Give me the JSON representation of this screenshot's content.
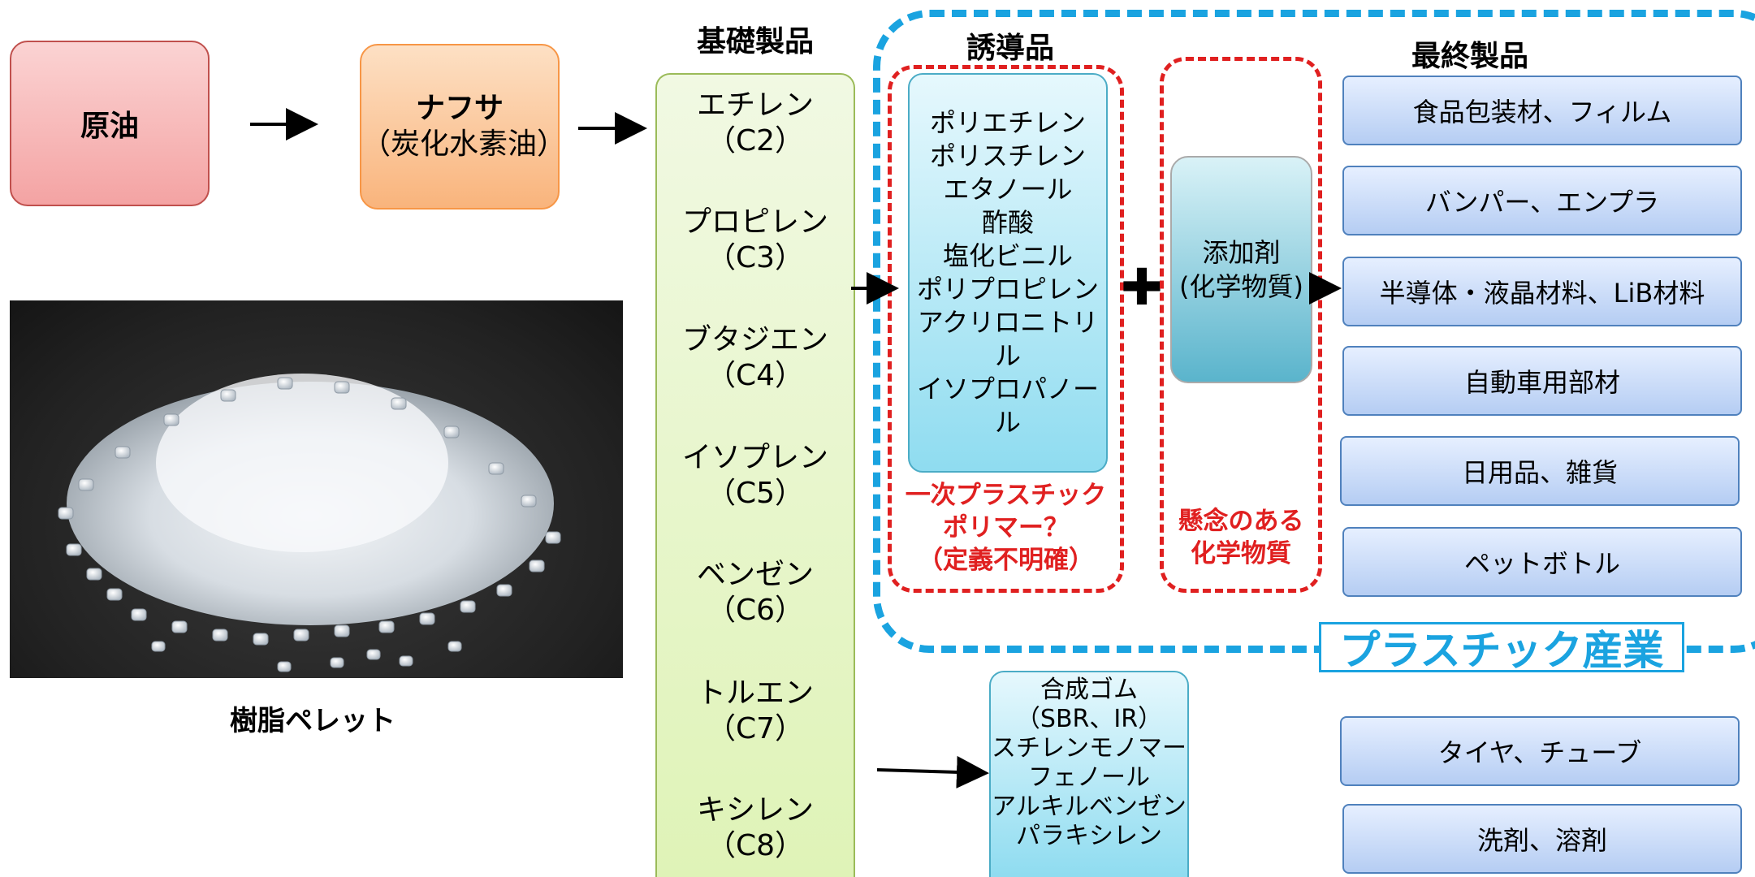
{
  "source": {
    "crude_oil": "原油",
    "naphtha_title": "ナフサ",
    "naphtha_sub": "（炭化水素油）"
  },
  "headings": {
    "basic": "基礎製品",
    "derivatives": "誘導品",
    "final": "最終製品"
  },
  "basic_products": [
    {
      "name": "エチレン",
      "code": "（C2）"
    },
    {
      "name": "プロピレン",
      "code": "（C3）"
    },
    {
      "name": "ブタジエン",
      "code": "（C4）"
    },
    {
      "name": "イソプレン",
      "code": "（C5）"
    },
    {
      "name": "ベンゼン",
      "code": "（C6）"
    },
    {
      "name": "トルエン",
      "code": "（C7）"
    },
    {
      "name": "キシレン",
      "code": "（C8）"
    }
  ],
  "derivatives": [
    "ポリエチレン",
    "ポリスチレン",
    "エタノール",
    "酢酸",
    "塩化ビニル",
    "ポリプロピレン",
    "アクリロニトリル",
    "イソプロパノール"
  ],
  "derivatives_note": [
    "一次プラスチック",
    "ポリマー？",
    "（定義不明確）"
  ],
  "plus_symbol": "✚",
  "additive": {
    "title": "添加剤",
    "sub": "(化学物質)"
  },
  "additive_note": [
    "懸念のある",
    "化学物質"
  ],
  "final_products": [
    "食品包装材、フィルム",
    "バンパー、エンプラ",
    "半導体・液晶材料、LiB材料",
    "自動車用部材",
    "日用品、雑貨",
    "ペットボトル"
  ],
  "plastic_industry_label": "プラスチック産業",
  "lower_derivatives": [
    "合成ゴム",
    "（SBR、IR）",
    "スチレンモノマー",
    "フェノール",
    "アルキルベンゼン",
    "パラキシレン"
  ],
  "lower_final_products": [
    "タイヤ、チューブ",
    "洗剤、溶剤"
  ],
  "photo_caption": "樹脂ペレット",
  "colors": {
    "plastic_border": "#1aa3e0",
    "concern_red": "#e02020",
    "basic_green": "#dff3b7",
    "derivative_cyan": "#8fdcf0",
    "final_blue": "#b5cdf3"
  }
}
